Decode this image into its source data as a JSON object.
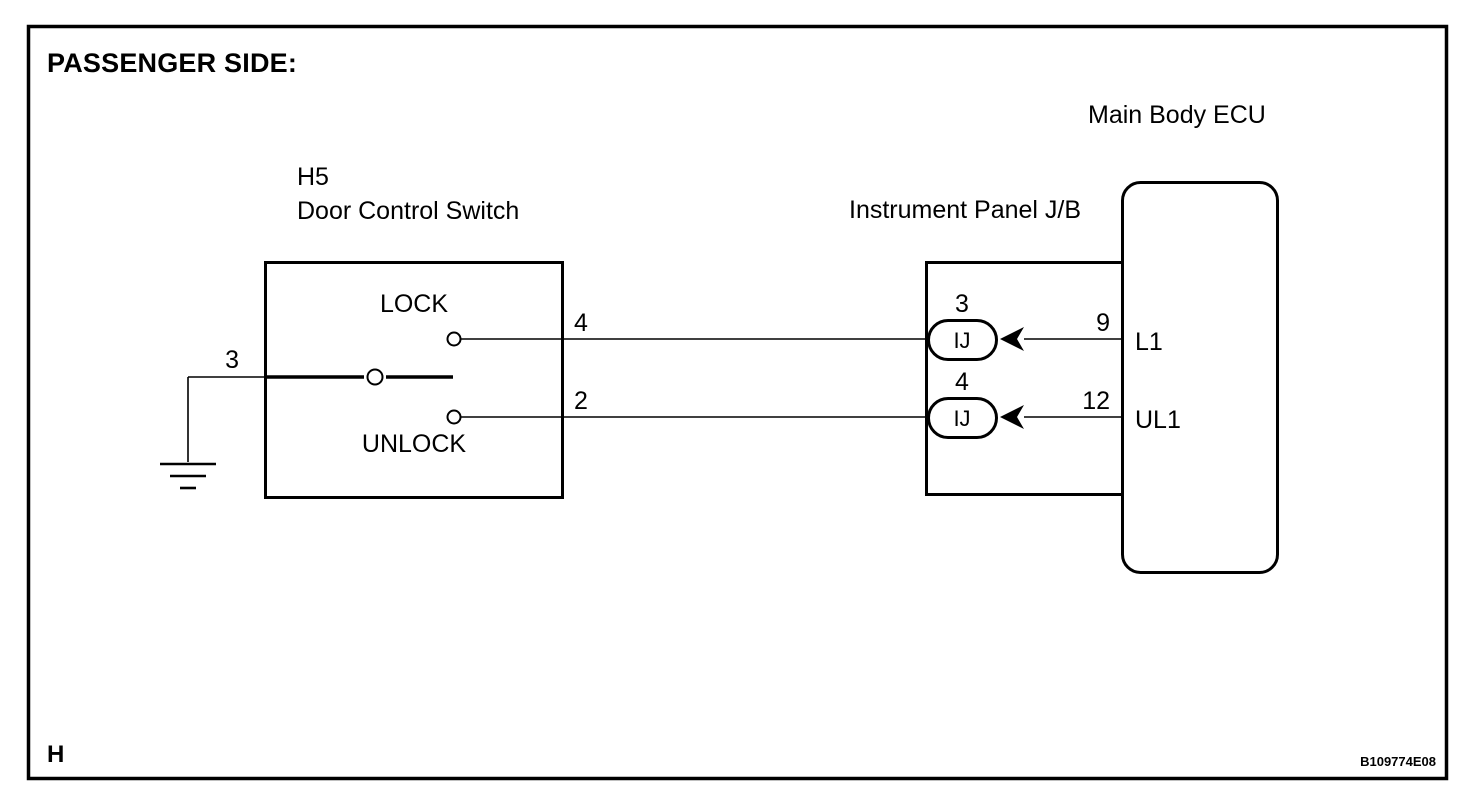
{
  "page": {
    "title": "PASSENGER SIDE:",
    "corner_marker": "H",
    "figure_code": "B109774E08"
  },
  "components": {
    "switch": {
      "connector_id": "H5",
      "name": "Door Control Switch",
      "position_lock_label": "LOCK",
      "position_unlock_label": "UNLOCK",
      "common_pin": "3",
      "lock_pin": "4",
      "unlock_pin": "2",
      "ground_symbol": "chassis-ground"
    },
    "junction_block": {
      "name": "Instrument Panel J/B",
      "connectors": [
        {
          "pin": "3",
          "label": "IJ"
        },
        {
          "pin": "4",
          "label": "IJ"
        }
      ]
    },
    "ecu": {
      "name": "Main Body ECU",
      "terminals": [
        {
          "pin": "9",
          "signal": "L1"
        },
        {
          "pin": "12",
          "signal": "UL1"
        }
      ]
    }
  },
  "wires": [
    {
      "from": "H5-4 (LOCK)",
      "via": "IJ-3",
      "to": "Main Body ECU 9 / L1"
    },
    {
      "from": "H5-2 (UNLOCK)",
      "via": "IJ-4",
      "to": "Main Body ECU 12 / UL1"
    },
    {
      "from": "H5-3",
      "to": "Ground"
    }
  ],
  "colors": {
    "line": "#000000",
    "background": "#ffffff"
  }
}
